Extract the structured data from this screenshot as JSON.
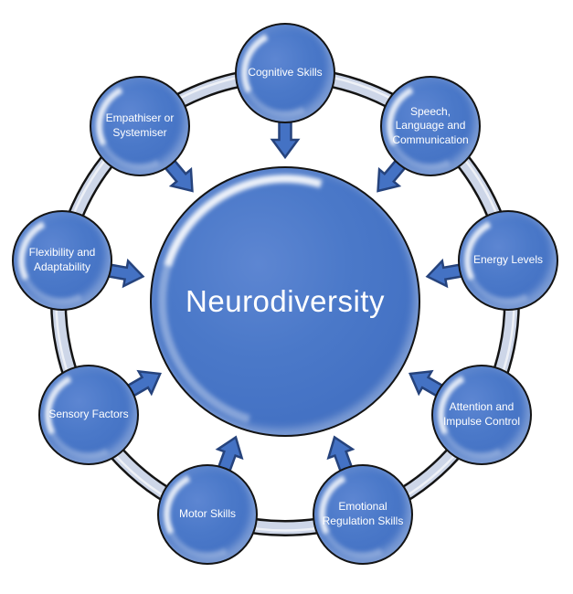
{
  "diagram": {
    "title": "Neurodiversity",
    "satellites": [
      {
        "label": "Cognitive Skills"
      },
      {
        "label": "Speech, Language and Communication"
      },
      {
        "label": "Energy Levels"
      },
      {
        "label": "Attention and Impulse Control"
      },
      {
        "label": "Emotional Regulation Skills"
      },
      {
        "label": "Motor Skills"
      },
      {
        "label": "Sensory Factors"
      },
      {
        "label": "Flexibility and Adaptability"
      },
      {
        "label": "Empathiser or Systemiser"
      }
    ],
    "colors": {
      "bubble_fill": "#4472C4",
      "bubble_outline": "#141414",
      "bubble_highlight": "#FFFFFF",
      "ring_fill": "#CDD6E8",
      "ring_outline": "#141414",
      "arrow_fill": "#4472C4",
      "arrow_outline": "#26437C",
      "text": "#FFFFFF",
      "background": "#FFFFFF"
    }
  }
}
